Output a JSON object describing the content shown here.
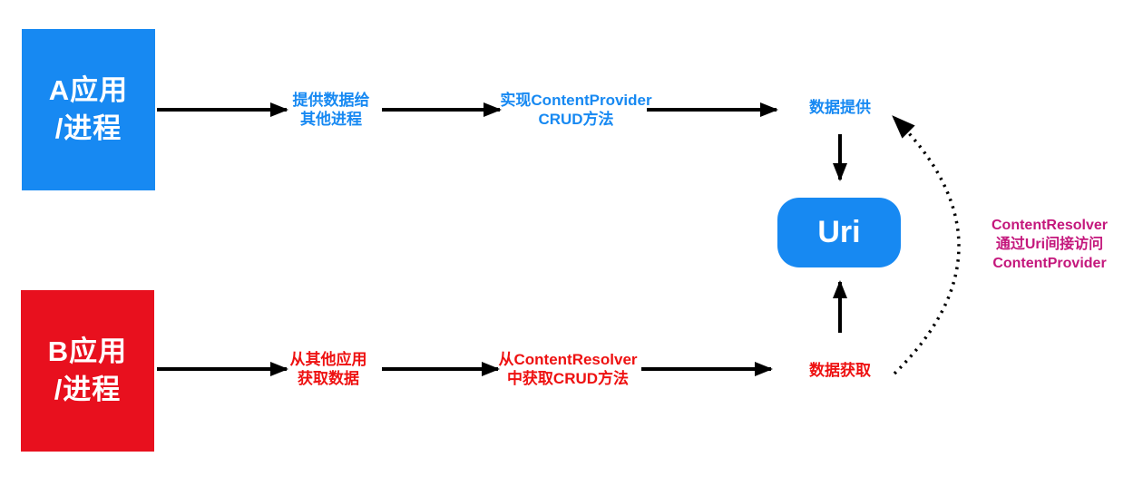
{
  "colors": {
    "blue": "#1789F2",
    "red_box": "#E8101E",
    "red_label": "#EE1111",
    "magenta": "#C4177C",
    "arrow_black": "#000000",
    "box_text": "#FFFFFF"
  },
  "nodes": {
    "app_a": {
      "line1": "A应用",
      "line2": "/进程"
    },
    "app_b": {
      "line1": "B应用",
      "line2": "/进程"
    },
    "uri": {
      "label": "Uri"
    }
  },
  "labels": {
    "provide_step1": {
      "line1": "提供数据给",
      "line2": "其他进程"
    },
    "provide_step2": {
      "line1": "实现ContentProvider",
      "line2": "CRUD方法"
    },
    "provide_result": "数据提供",
    "fetch_step1": {
      "line1": "从其他应用",
      "line2": "获取数据"
    },
    "fetch_step2": {
      "line1": "从ContentResolver",
      "line2": "中获取CRUD方法"
    },
    "fetch_result": "数据获取",
    "resolver_note": {
      "line1": "ContentResolver",
      "line2": "通过Uri间接访问",
      "line3": "ContentProvider"
    }
  },
  "icons": {
    "solid_arrow": "right-arrow",
    "dotted_arrow": "curved-dotted-arrow"
  }
}
